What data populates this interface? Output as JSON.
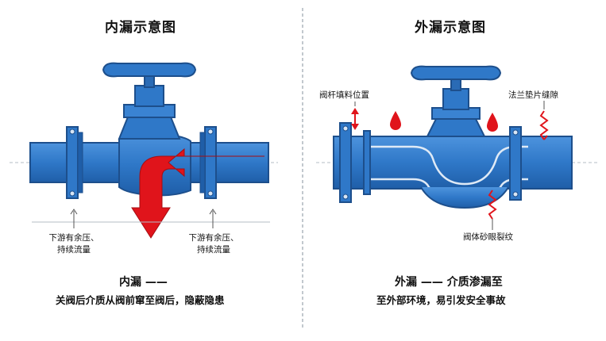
{
  "left": {
    "title": "内漏示意图",
    "downstream_left_1": "下游有余压、",
    "downstream_left_2": "持续流量",
    "downstream_right_1": "下游有余压、",
    "downstream_right_2": "持续流量",
    "caption": "内漏 ——",
    "subcaption": "关阀后介质从阀前窜至阀后，隐蔽隐患"
  },
  "right": {
    "title": "外漏示意图",
    "stem_label": "阀杆填料位置",
    "flange_label": "法兰垫片缝隙",
    "body_label": "阀体砂眼裂纹",
    "caption": "外漏 —— 介质渗漏至",
    "subcaption": "至外部环境，易引发安全事故"
  },
  "colors": {
    "valve_blue": "#2f78c8",
    "valve_dark": "#1d4f8c",
    "arrow_red": "#e0141b",
    "line_gray": "#9aa3ad"
  }
}
